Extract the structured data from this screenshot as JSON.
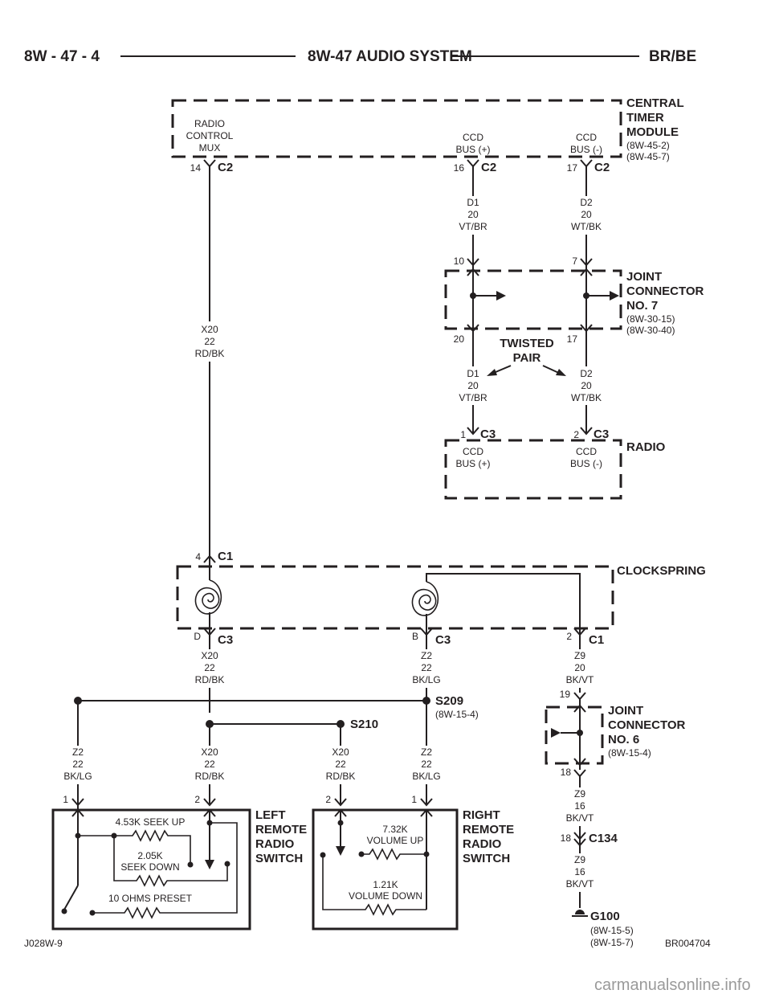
{
  "header": {
    "page": "8W - 47 - 4",
    "title": "8W-47 AUDIO SYSTEM",
    "model": "BR/BE"
  },
  "central_timer_module": {
    "name_lines": [
      "CENTRAL",
      "TIMER",
      "MODULE"
    ],
    "refs": [
      "(8W-45-2)",
      "(8W-45-7)"
    ],
    "radio_control_mux": [
      "RADIO",
      "CONTROL",
      "MUX"
    ],
    "ccd_bus_pos": [
      "CCD",
      "BUS (+)"
    ],
    "ccd_bus_neg": [
      "CCD",
      "BUS (-)"
    ]
  },
  "connectors": {
    "c2_pin14": {
      "pin": "14",
      "name": "C2"
    },
    "c2_pin16": {
      "pin": "16",
      "name": "C2"
    },
    "c2_pin17": {
      "pin": "17",
      "name": "C2"
    },
    "c3_pin1": {
      "pin": "1",
      "name": "C3"
    },
    "c3_pin2": {
      "pin": "2",
      "name": "C3"
    },
    "c1_pin4": {
      "pin": "4",
      "name": "C1"
    },
    "c3_pinD": {
      "pin": "D",
      "name": "C3"
    },
    "c3_pinB": {
      "pin": "B",
      "name": "C3"
    },
    "c1_pin2": {
      "pin": "2",
      "name": "C1"
    },
    "c134": {
      "pin": "18",
      "name": "C134"
    }
  },
  "wires": {
    "d1_upper": [
      "D1",
      "20",
      "VT/BR"
    ],
    "d2_upper": [
      "D2",
      "20",
      "WT/BK"
    ],
    "d1_lower": [
      "D1",
      "20",
      "VT/BR"
    ],
    "d2_lower": [
      "D2",
      "20",
      "WT/BK"
    ],
    "x20_upper": [
      "X20",
      "22",
      "RD/BK"
    ],
    "x20_clock": [
      "X20",
      "22",
      "RD/BK"
    ],
    "z2_clock": [
      "Z2",
      "22",
      "BK/LG"
    ],
    "z9_clock": [
      "Z9",
      "20",
      "BK/VT"
    ],
    "z2_left": [
      "Z2",
      "22",
      "BK/LG"
    ],
    "x20_left": [
      "X20",
      "22",
      "RD/BK"
    ],
    "x20_right": [
      "X20",
      "22",
      "RD/BK"
    ],
    "z2_right": [
      "Z2",
      "22",
      "BK/LG"
    ],
    "z9_mid": [
      "Z9",
      "16",
      "BK/VT"
    ],
    "z9_low": [
      "Z9",
      "16",
      "BK/VT"
    ]
  },
  "joint_connector_7": {
    "name_lines": [
      "JOINT",
      "CONNECTOR",
      "NO. 7"
    ],
    "refs": [
      "(8W-30-15)",
      "(8W-30-40)"
    ],
    "pins": {
      "top_left": "10",
      "top_right": "7",
      "bottom_left": "20",
      "bottom_right": "17"
    }
  },
  "twisted_pair": [
    "TWISTED",
    "PAIR"
  ],
  "radio": {
    "name": "RADIO",
    "ccd_bus_pos": [
      "CCD",
      "BUS (+)"
    ],
    "ccd_bus_neg": [
      "CCD",
      "BUS (-)"
    ]
  },
  "clockspring": {
    "name": "CLOCKSPRING"
  },
  "splices": {
    "s209": {
      "name": "S209",
      "ref": "(8W-15-4)"
    },
    "s210": {
      "name": "S210"
    }
  },
  "joint_connector_6": {
    "name_lines": [
      "JOINT",
      "CONNECTOR",
      "NO. 6"
    ],
    "ref": "(8W-15-4)",
    "pins": {
      "top": "19",
      "bottom": "18"
    }
  },
  "left_switch": {
    "name_lines": [
      "LEFT",
      "REMOTE",
      "RADIO",
      "SWITCH"
    ],
    "pins": {
      "left": "1",
      "right": "2"
    },
    "seek_up": "4.53K SEEK UP",
    "seek_down": [
      "2.05K",
      "SEEK DOWN"
    ],
    "preset": "10 OHMS PRESET"
  },
  "right_switch": {
    "name_lines": [
      "RIGHT",
      "REMOTE",
      "RADIO",
      "SWITCH"
    ],
    "pins": {
      "left": "2",
      "right": "1"
    },
    "volume_up": [
      "7.32K",
      "VOLUME UP"
    ],
    "volume_down": [
      "1.21K",
      "VOLUME DOWN"
    ]
  },
  "ground": {
    "name": "G100",
    "refs": [
      "(8W-15-5)",
      "(8W-15-7)"
    ]
  },
  "footer": {
    "figure_id": "J028W-9",
    "drawing_number": "BR004704",
    "watermark": "carmanualsonline.info"
  }
}
